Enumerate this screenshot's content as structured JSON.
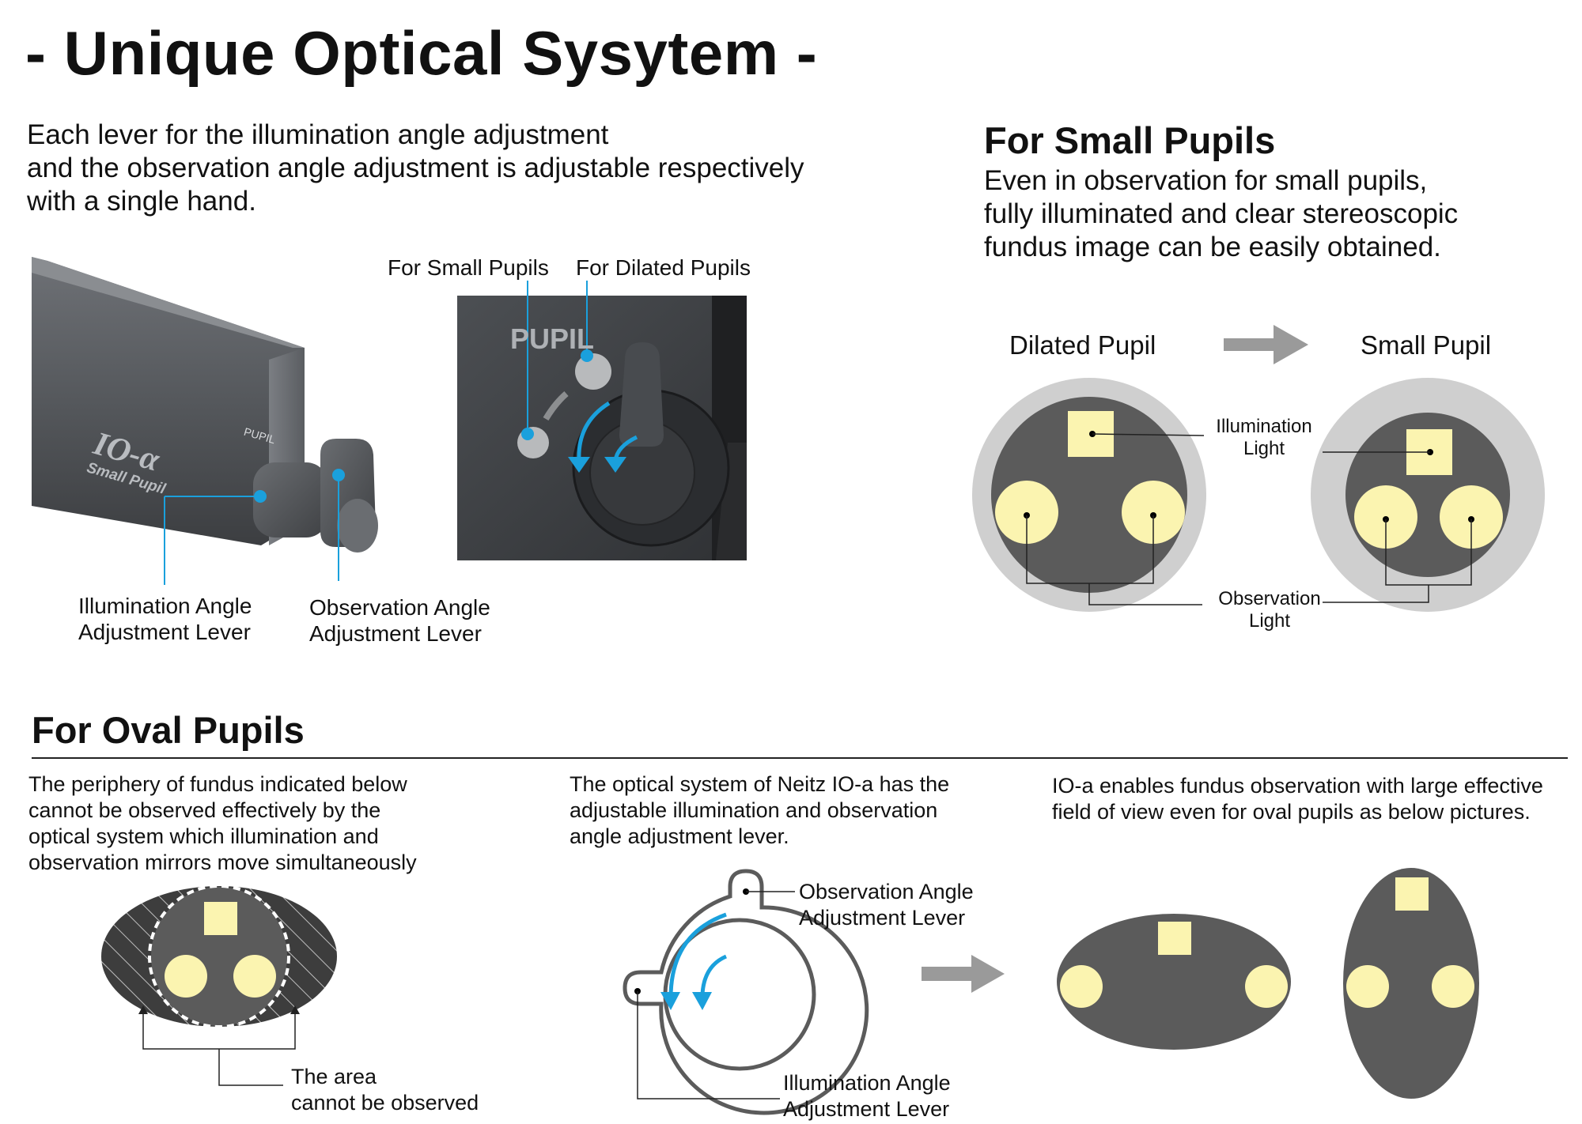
{
  "title": "- Unique Optical Sysytem -",
  "intro": {
    "line1": "Each lever for the illumination angle adjustment",
    "line2": "and the observation angle adjustment is adjustable respectively",
    "line3": "with a single hand."
  },
  "device_photo": {
    "brand_text": "IO-α",
    "model_text": "Small Pupil",
    "pupil_text": "PUPIL",
    "illumination_lever_label": [
      "Illumination Angle",
      "Adjustment Lever"
    ],
    "observation_lever_label": [
      "Observation Angle",
      "Adjustment Lever"
    ]
  },
  "closeup_photo": {
    "pupil_text": "PUPIL",
    "label_small": "For Small Pupils",
    "label_dilated": "For Dilated Pupils"
  },
  "small_pupils": {
    "heading": "For Small Pupils",
    "desc": [
      "Even in observation for small pupils,",
      "fully illuminated and clear stereoscopic",
      "fundus image can be easily obtained."
    ],
    "dilated_label": "Dilated Pupil",
    "small_label": "Small Pupil",
    "illumination_label": [
      "Illumination",
      "Light"
    ],
    "observation_label": [
      "Observation",
      "Light"
    ]
  },
  "oval_pupils": {
    "heading": "For Oval Pupils",
    "col1": [
      "The periphery of fundus indicated below",
      "cannot be observed effectively by the",
      "optical system which illumination and",
      "observation mirrors move simultaneously"
    ],
    "col1_area_label": [
      "The area",
      "cannot be observed"
    ],
    "col2": [
      "The optical system of Neitz IO-a has the",
      "adjustable illumination and observation",
      "angle adjustment lever."
    ],
    "col2_obs_label": [
      "Observation Angle",
      "Adjustment Lever"
    ],
    "col2_ill_label": [
      "Illumination Angle",
      "Adjustment Lever"
    ],
    "col3": [
      "IO-a enables fundus observation with large effective",
      "field of view even for oval pupils as below pictures."
    ]
  },
  "colors": {
    "accent_blue": "#1aa0dc",
    "dark_gray": "#5b5b5b",
    "light_gray": "#cfcfcf",
    "light_yellow": "#fbf4b0",
    "arrow_gray": "#9a9a9a"
  }
}
